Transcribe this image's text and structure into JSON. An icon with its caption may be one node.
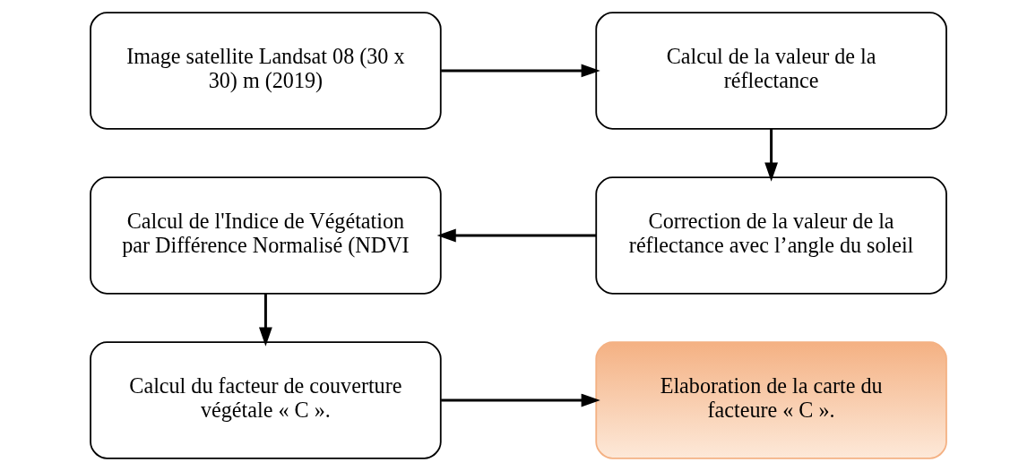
{
  "diagram": {
    "nodes": [
      {
        "text": [
          "Image satellite Landsat 08 (30 x 30) m (2019)"
        ]
      },
      {
        "text": [
          "Calcul de la valeur de la réflectance"
        ]
      },
      {
        "text": [
          "Correction de la valeur de la réflectance avec l’angle du soleil"
        ]
      },
      {
        "text": [
          "Calcul de l'Indice de Végétation par Différence Normalisé (NDVI"
        ]
      },
      {
        "text": [
          "Calcul du facteur de couverture végétale « C »."
        ]
      },
      {
        "text": [
          "Elaboration de la carte du facteure « C »."
        ]
      }
    ],
    "edges": [
      {
        "from": 0,
        "to": 1,
        "arrow": "to"
      },
      {
        "from": 1,
        "to": 2,
        "arrow": "to"
      },
      {
        "from": 2,
        "to": 3,
        "arrow": "to"
      },
      {
        "from": 3,
        "to": 4,
        "arrow": "to"
      },
      {
        "from": 4,
        "to": 5,
        "arrow": "to"
      }
    ]
  }
}
